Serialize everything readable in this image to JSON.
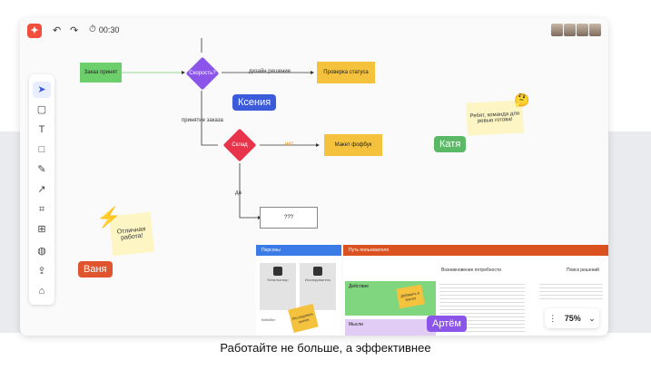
{
  "timer": {
    "value": "00:30"
  },
  "flow": {
    "order_received": "Заказ принят",
    "urgency": "Скорость?",
    "design_decision": "дизайн решение",
    "check_status": "Проверка статуса",
    "accept_order": "принятие заказа",
    "warehouse": "Склад",
    "no_label": "нет",
    "make_fofbook": "Макет фофбук",
    "yes_label": "да",
    "placeholder": "???"
  },
  "cursors": {
    "ksenia": "Ксения",
    "katya": "Катя",
    "vanya": "Ваня",
    "artyom": "Артём"
  },
  "stickies": {
    "team_ready": "Ребят, команда для ревью готова!",
    "great_work": "Отличная работа!",
    "small_note": "Добавить в бэклог",
    "small_note2": "Исследовать рынок"
  },
  "panels": {
    "personas": {
      "title": "Персоны",
      "name1": "Наталья вор",
      "name2": "Исследователь",
      "name3": "Кейсбит"
    },
    "journey": {
      "title": "Путь пользователя",
      "col1": "Возникновение потребности",
      "col2": "Поиск решений",
      "row1": "Действие",
      "row2": "Мысли"
    }
  },
  "zoom": {
    "value": "75%"
  },
  "caption": "Работайте не больше, а эффективнее",
  "colors": {
    "brand": "#f24e3e",
    "cursor_blue": "#3b5bdb",
    "cursor_green": "#5ab866",
    "cursor_red": "#e0552e",
    "cursor_purple": "#8a55e8"
  }
}
